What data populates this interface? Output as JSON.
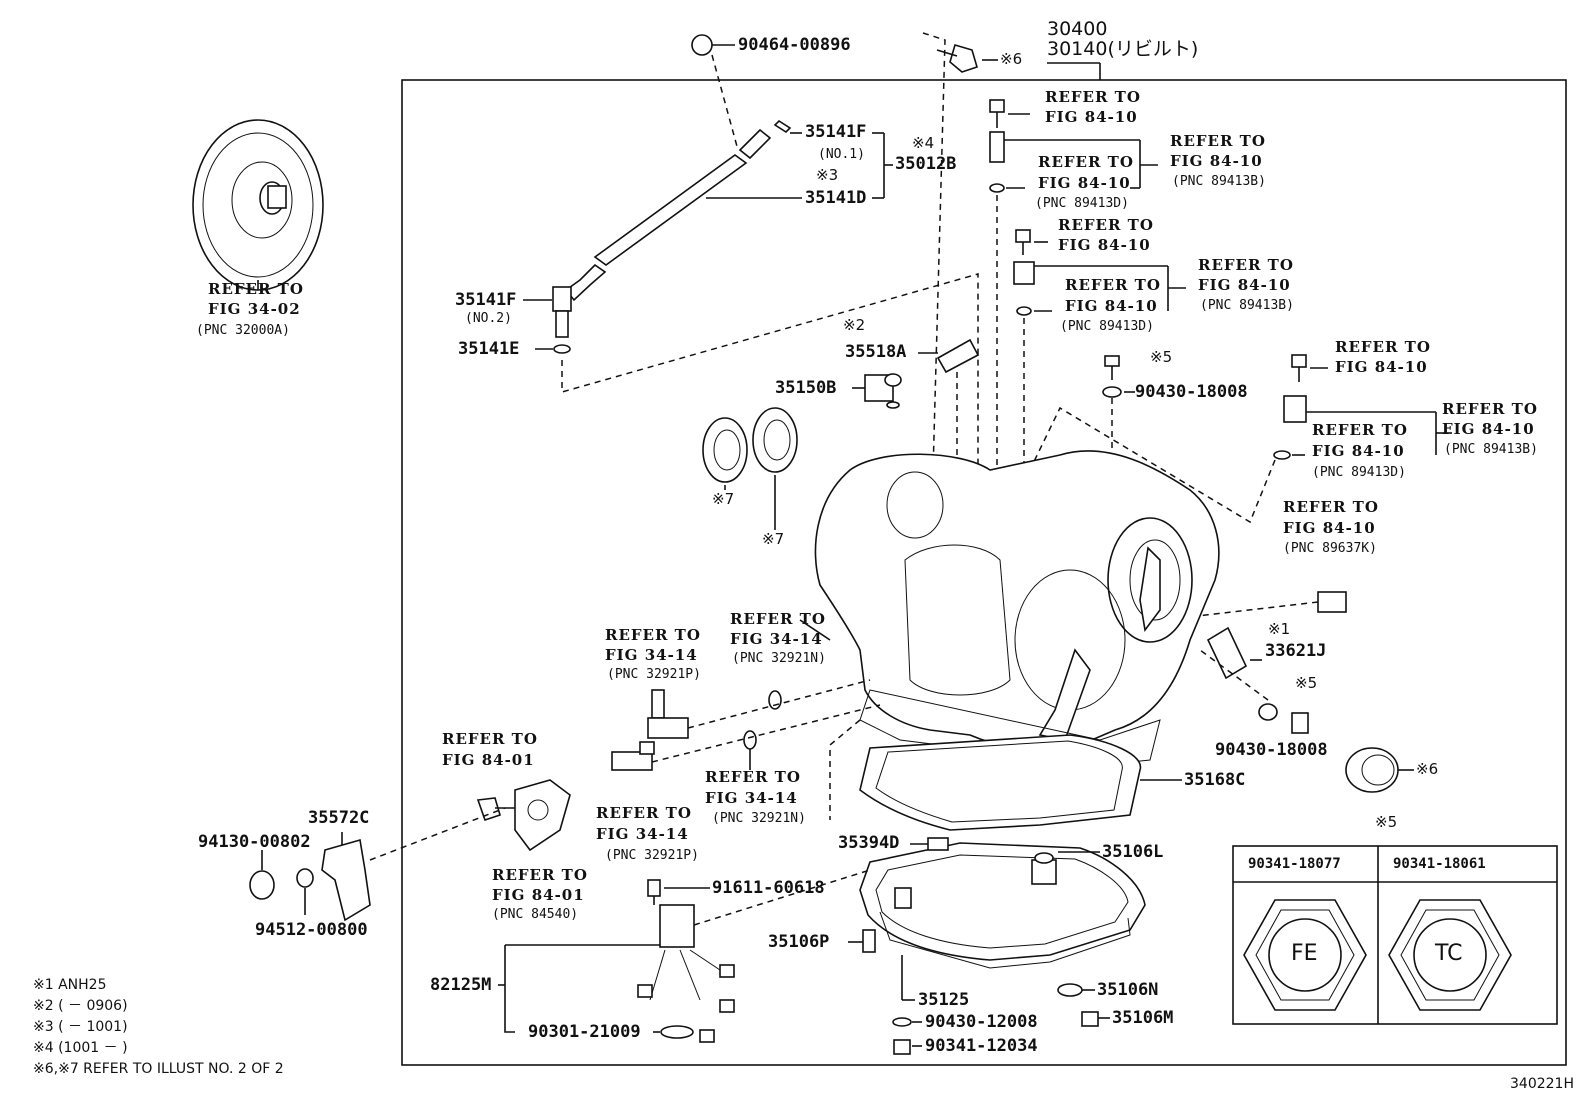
{
  "assembly": {
    "pn1": "30400",
    "pn2": "30140(リビルト)"
  },
  "refer": {
    "line": "REFER TO",
    "fig_34_02": "FIG 34-02",
    "fig_84_10": "FIG 84-10",
    "fig_34_14": "FIG 34-14",
    "fig_84_01": "FIG 84-01"
  },
  "pnc": {
    "p32000A": "(PNC 32000A)",
    "p89413B": "(PNC 89413B)",
    "p89413D": "(PNC 89413D)",
    "p89637K": "(PNC 89637K)",
    "p32921P": "(PNC 32921P)",
    "p32921N": "(PNC 32921N)",
    "p84540": "(PNC 84540)"
  },
  "parts": {
    "p90464_00896": "90464-00896",
    "p35141F": "35141F",
    "p35141D": "35141D",
    "p35012B": "35012B",
    "p35141E": "35141E",
    "p35518A": "35518A",
    "p35150B": "35150B",
    "p90430_18008": "90430-18008",
    "p33621J": "33621J",
    "p35168C": "35168C",
    "p35572C": "35572C",
    "p94130_00802": "94130-00802",
    "p94512_00800": "94512-00800",
    "p35394D": "35394D",
    "p35106L": "35106L",
    "p91611_60618": "91611-60618",
    "p35106P": "35106P",
    "p82125M": "82125M",
    "p90301_21009": "90301-21009",
    "p35125": "35125",
    "p35106N": "35106N",
    "p90430_12008": "90430-12008",
    "p35106M": "35106M",
    "p90341_12034": "90341-12034"
  },
  "tags": {
    "no1": "(NO.1)",
    "no2": "(NO.2)",
    "m1": "※1",
    "m2": "※2",
    "m3": "※3",
    "m4": "※4",
    "m5": "※5",
    "m6": "※6",
    "m7": "※7"
  },
  "plug_table": {
    "mark": "※5",
    "col1": "90341-18077",
    "col2": "90341-18061",
    "icon1": "FE",
    "icon2": "TC"
  },
  "notes": [
    "※1 ANH25",
    "※2 (        － 0906)",
    "※3 (        － 1001)",
    "※4 (1001 －        )",
    "※6,※7 REFER TO ILLUST NO. 2 OF 2"
  ],
  "figure_id": "340221H"
}
